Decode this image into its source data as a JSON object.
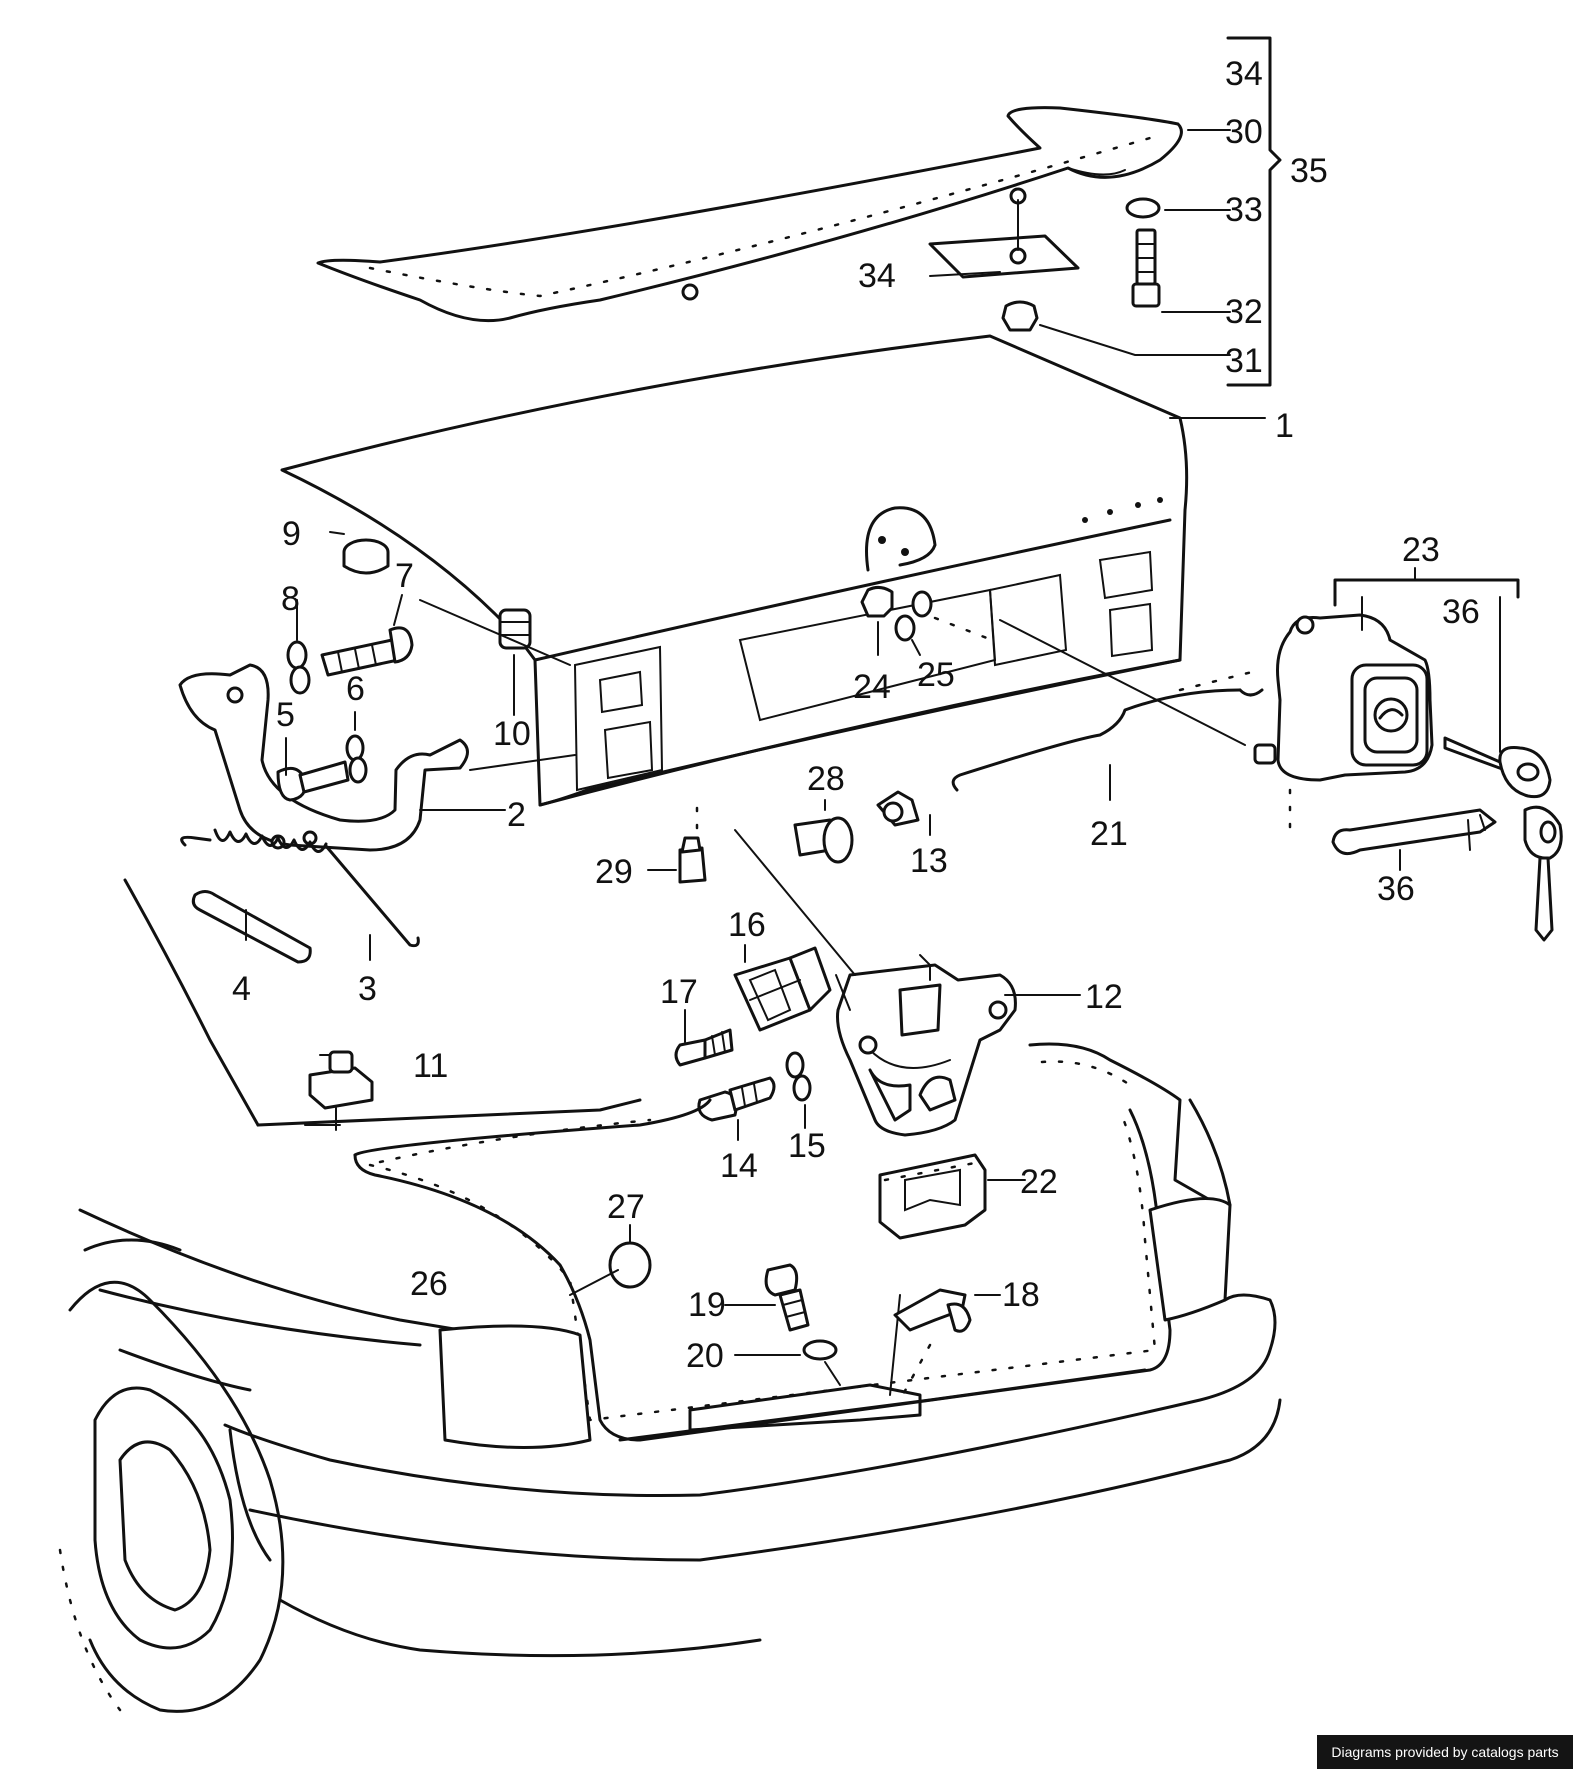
{
  "credit": "Diagrams provided by catalogs parts",
  "callouts": {
    "c1": "1",
    "c2": "2",
    "c3": "3",
    "c4": "4",
    "c5": "5",
    "c6": "6",
    "c7": "7",
    "c8": "8",
    "c9": "9",
    "c10": "10",
    "c11": "11",
    "c12": "12",
    "c13": "13",
    "c14": "14",
    "c15": "15",
    "c16": "16",
    "c17": "17",
    "c18": "18",
    "c19": "19",
    "c20": "20",
    "c21": "21",
    "c22": "22",
    "c23": "23",
    "c24": "24",
    "c25": "25",
    "c26": "26",
    "c27": "27",
    "c28": "28",
    "c29": "29",
    "c30": "30",
    "c31": "31",
    "c32": "32",
    "c33": "33",
    "c34a": "34",
    "c34b": "34",
    "c35": "35",
    "c36a": "36",
    "c36b": "36"
  }
}
